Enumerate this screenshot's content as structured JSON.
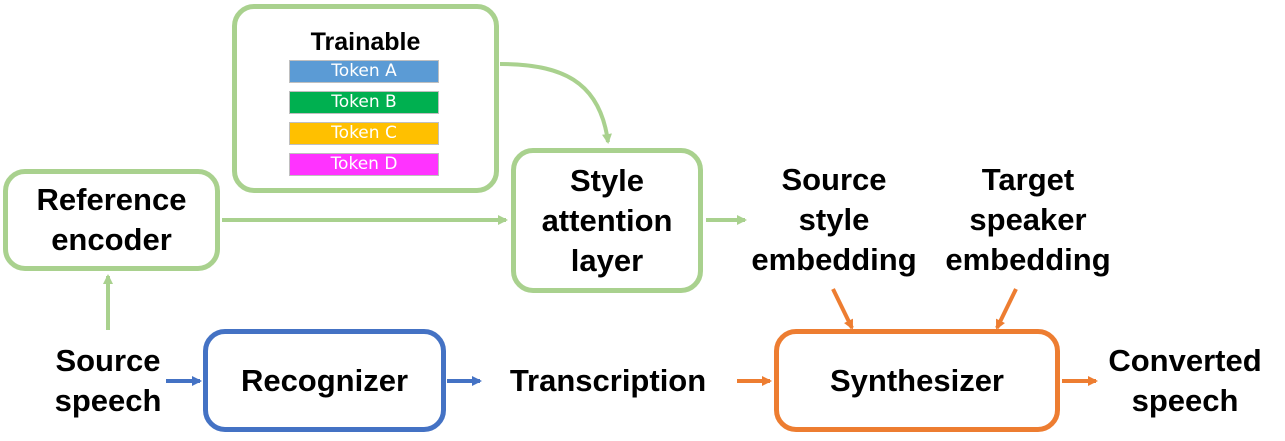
{
  "trainable_box": {
    "title": "Trainable",
    "tokens": [
      {
        "label": "Token A",
        "color": "#5b9bd5"
      },
      {
        "label": "Token B",
        "color": "#00b050"
      },
      {
        "label": "Token C",
        "color": "#ffc000"
      },
      {
        "label": "Token D",
        "color": "#ff33ff"
      }
    ]
  },
  "reference_encoder": {
    "line1": "Reference",
    "line2": "encoder"
  },
  "style_attention": {
    "line1": "Style",
    "line2": "attention",
    "line3": "layer"
  },
  "source_style_embedding": {
    "line1": "Source",
    "line2": "style",
    "line3": "embedding"
  },
  "target_speaker_embedding": {
    "line1": "Target",
    "line2": "speaker",
    "line3": "embedding"
  },
  "source_speech": {
    "line1": "Source",
    "line2": "speech"
  },
  "recognizer": {
    "label": "Recognizer"
  },
  "transcription": {
    "label": "Transcription"
  },
  "synthesizer": {
    "label": "Synthesizer"
  },
  "converted_speech": {
    "line1": "Converted",
    "line2": "speech"
  },
  "colors": {
    "green": "#a9d18e",
    "blue": "#4472c4",
    "orange": "#ed7d31"
  }
}
